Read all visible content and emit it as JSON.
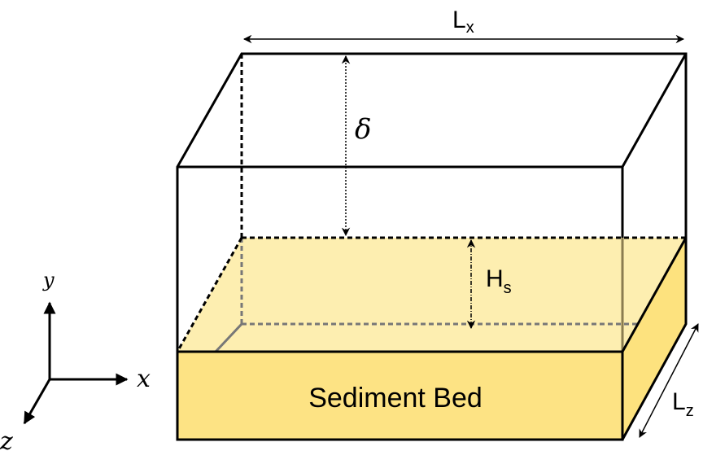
{
  "labels": {
    "lx": "L",
    "lx_sub": "x",
    "delta": "δ",
    "hs": "H",
    "hs_sub": "s",
    "lz": "L",
    "lz_sub": "z",
    "bed": "Sediment Bed",
    "axis_x": "x",
    "axis_y": "y",
    "axis_z": "z"
  },
  "colors": {
    "bed_front": "#fde384",
    "bed_top": "#fdeeb0",
    "bed_side": "#fde27e",
    "outline": "#000000"
  }
}
